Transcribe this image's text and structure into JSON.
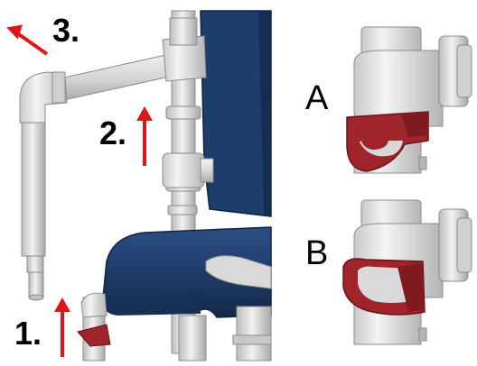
{
  "steps": [
    {
      "label": "1."
    },
    {
      "label": "2."
    },
    {
      "label": "3."
    }
  ],
  "variants": [
    {
      "label": "A"
    },
    {
      "label": "B"
    }
  ],
  "colors": {
    "pipe": "#dcdcdc",
    "pipe_shade": "#a9a9a9",
    "seat": "#1c3a66",
    "backrest": "#1d3d6b",
    "clip": "#a0242b",
    "arrow": "#e0141b"
  }
}
